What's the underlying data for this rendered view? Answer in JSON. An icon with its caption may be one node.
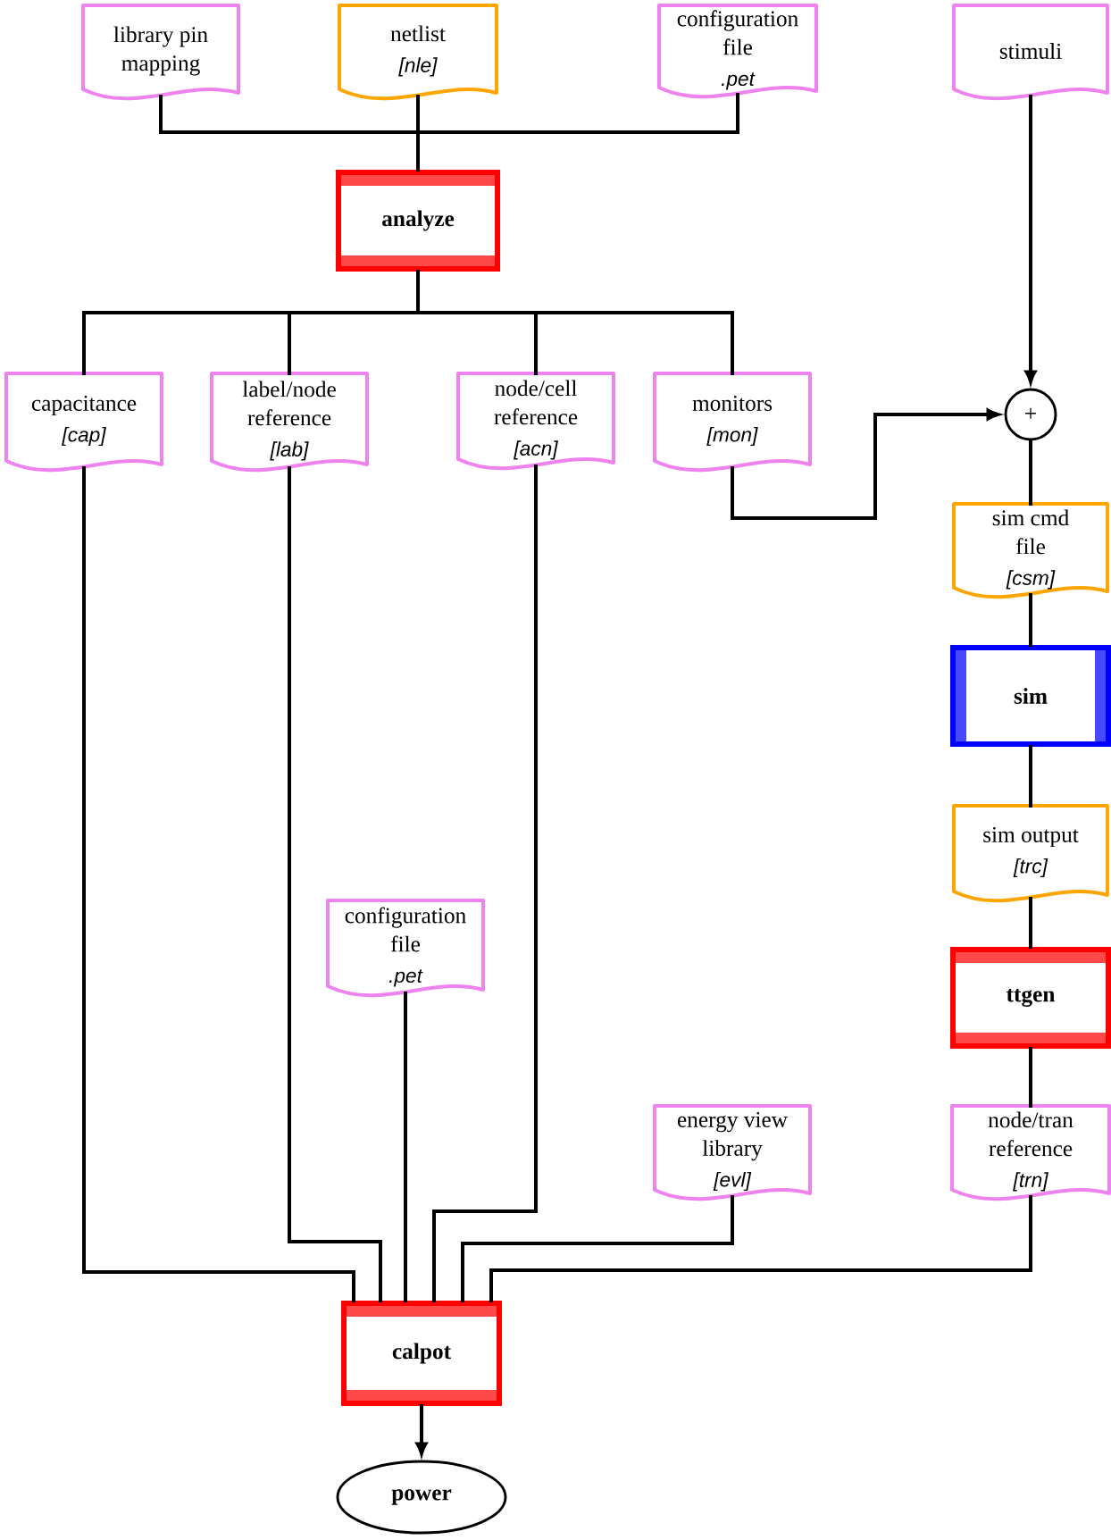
{
  "diagram": {
    "nodes": [
      {
        "text": [
          "library pin mapping"
        ]
      },
      {
        "text": [
          "netlist",
          "[nle]"
        ]
      },
      {
        "text": [
          "configuration file",
          ".pet"
        ]
      },
      {
        "text": [
          "stimuli"
        ]
      },
      {
        "text": [
          "analyze"
        ]
      },
      {
        "text": [
          "capacitance",
          "[cap]"
        ]
      },
      {
        "text": [
          "label/node reference",
          "[lab]"
        ]
      },
      {
        "text": [
          "node/cell reference",
          "[acn]"
        ]
      },
      {
        "text": [
          "monitors",
          "[mon]"
        ]
      },
      {
        "text": [
          "+"
        ]
      },
      {
        "text": [
          "sim cmd file",
          "[csm]"
        ]
      },
      {
        "text": [
          "sim"
        ]
      },
      {
        "text": [
          "sim output",
          "[trc]"
        ]
      },
      {
        "text": [
          "ttgen"
        ]
      },
      {
        "text": [
          "configuration file",
          ".pet"
        ]
      },
      {
        "text": [
          "energy view library",
          "[evl]"
        ]
      },
      {
        "text": [
          "node/tran reference",
          "[trn]"
        ]
      },
      {
        "text": [
          "calpot"
        ]
      },
      {
        "text": [
          "power"
        ]
      }
    ],
    "edges": [
      {
        "from": 0,
        "to": 4,
        "arrow": "none"
      },
      {
        "from": 1,
        "to": 4,
        "arrow": "none"
      },
      {
        "from": 2,
        "to": 4,
        "arrow": "none"
      },
      {
        "from": 4,
        "to": 5,
        "arrow": "none"
      },
      {
        "from": 4,
        "to": 6,
        "arrow": "none"
      },
      {
        "from": 4,
        "to": 7,
        "arrow": "none"
      },
      {
        "from": 4,
        "to": 8,
        "arrow": "none"
      },
      {
        "from": 3,
        "to": 9,
        "arrow": "to"
      },
      {
        "from": 8,
        "to": 9,
        "arrow": "to"
      },
      {
        "from": 9,
        "to": 10,
        "arrow": "none"
      },
      {
        "from": 10,
        "to": 11,
        "arrow": "none"
      },
      {
        "from": 11,
        "to": 12,
        "arrow": "none"
      },
      {
        "from": 12,
        "to": 13,
        "arrow": "none"
      },
      {
        "from": 13,
        "to": 16,
        "arrow": "none"
      },
      {
        "from": 5,
        "to": 17,
        "arrow": "none"
      },
      {
        "from": 6,
        "to": 17,
        "arrow": "none"
      },
      {
        "from": 14,
        "to": 17,
        "arrow": "none"
      },
      {
        "from": 7,
        "to": 17,
        "arrow": "none"
      },
      {
        "from": 15,
        "to": 17,
        "arrow": "none"
      },
      {
        "from": 16,
        "to": 17,
        "arrow": "none"
      },
      {
        "from": 17,
        "to": 18,
        "arrow": "to"
      }
    ]
  }
}
